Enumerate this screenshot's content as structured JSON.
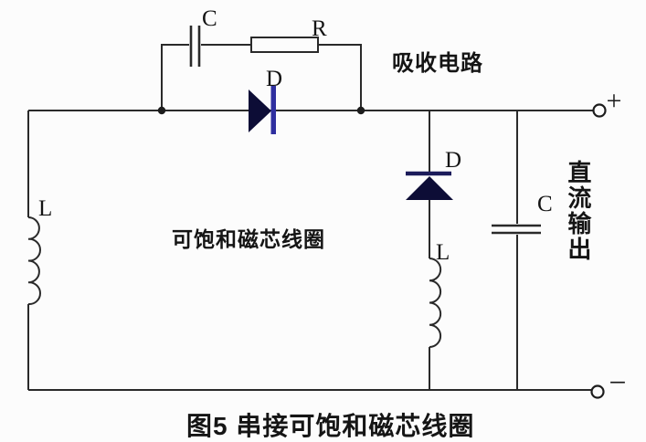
{
  "figure": {
    "caption": "图5 串接可饱和磁芯线圈",
    "annotations": {
      "snubber_circuit": "吸收电路",
      "saturable_core_coil": "可饱和磁芯线圈",
      "dc_output": "直流输出"
    },
    "components": {
      "snubber_capacitor_label": "C",
      "snubber_resistor_label": "R",
      "series_diode_label": "D",
      "input_inductor_label": "L",
      "freewheel_diode_label": "D",
      "series_inductor_label": "L",
      "output_capacitor_label": "C"
    },
    "terminals": {
      "positive_label": "+",
      "negative_label": "−"
    },
    "colors": {
      "background": "#fcfcfc",
      "wire": "#2a2a2a",
      "diode_fill": "#0d0d36",
      "diode_cathode_bar": "#2f2f9f",
      "freewheel_bar": "#1b1b5a",
      "text": "#141414"
    }
  }
}
